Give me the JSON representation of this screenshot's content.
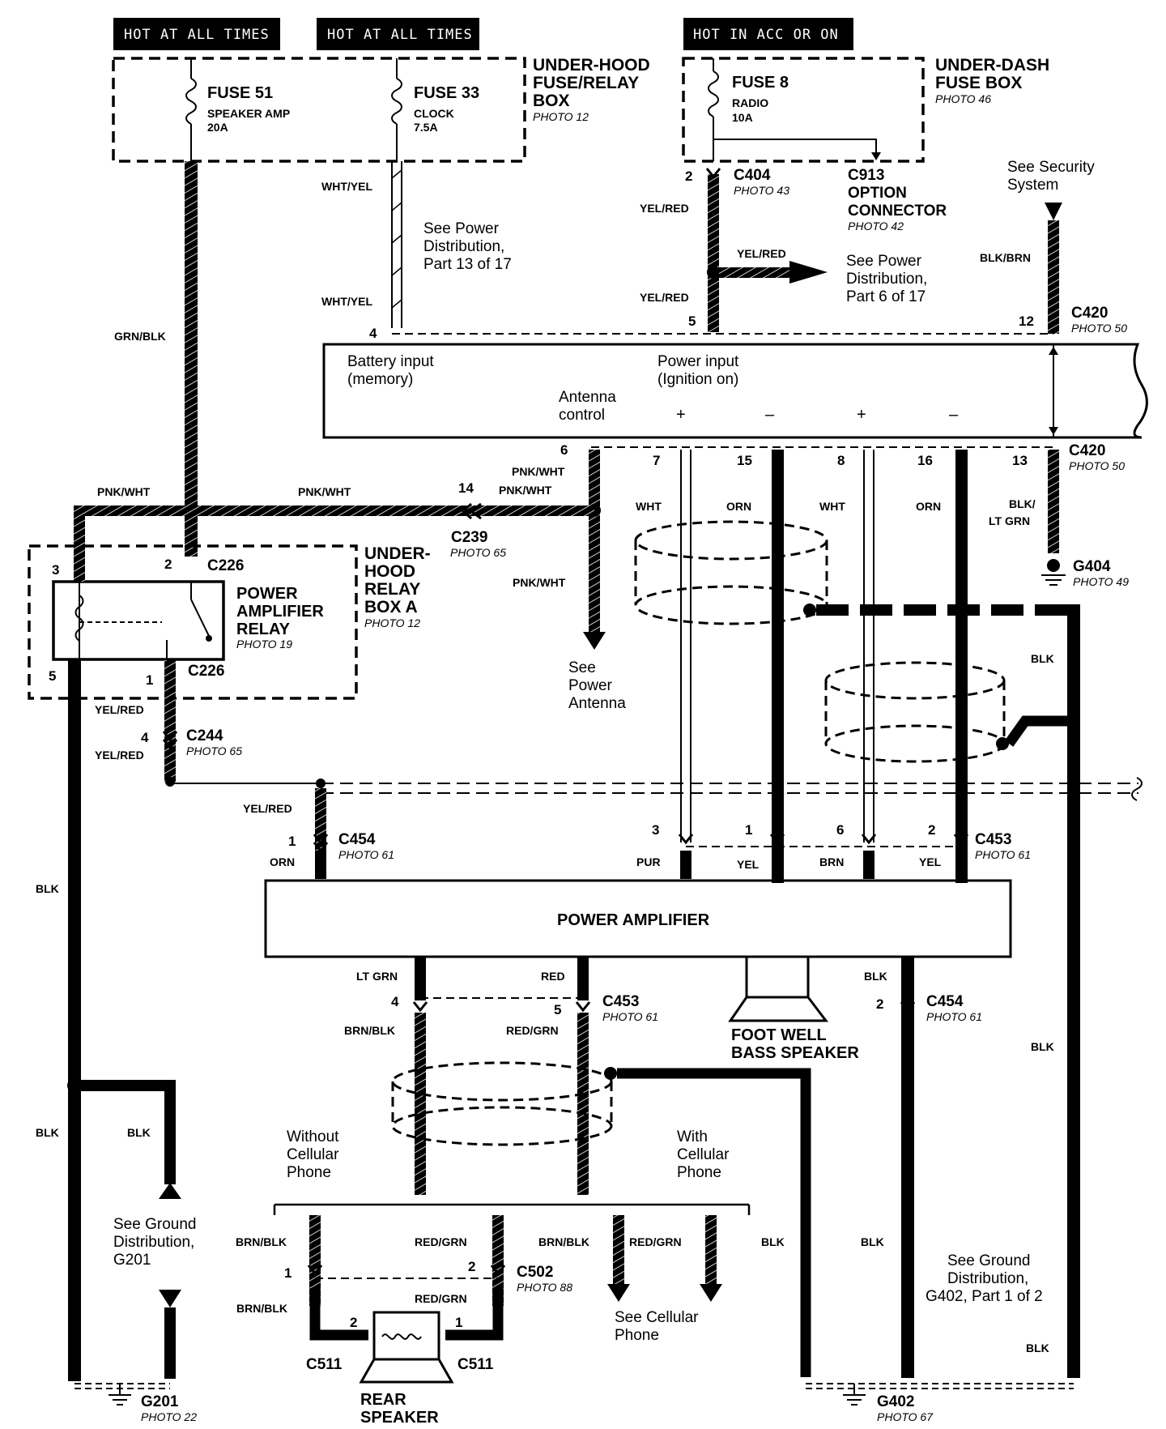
{
  "headers": [
    "HOT AT ALL TIMES",
    "HOT AT ALL TIMES",
    "HOT IN ACC OR ON"
  ],
  "boxes": {
    "under_hood_fuse": {
      "title": [
        "UNDER-HOOD",
        "FUSE/RELAY",
        "BOX"
      ],
      "photo": "PHOTO 12"
    },
    "under_dash_fuse": {
      "title": [
        "UNDER-DASH",
        "FUSE BOX"
      ],
      "photo": "PHOTO 46"
    },
    "under_hood_relay": {
      "title": [
        "UNDER-",
        "HOOD",
        "RELAY",
        "BOX A"
      ],
      "photo": "PHOTO 12"
    }
  },
  "fuses": [
    {
      "name": "FUSE 51",
      "desc": "SPEAKER AMP",
      "rating": "20A"
    },
    {
      "name": "FUSE 33",
      "desc": "CLOCK",
      "rating": "7.5A"
    },
    {
      "name": "FUSE 8",
      "desc": "RADIO",
      "rating": "10A"
    }
  ],
  "connectors": {
    "c404": {
      "name": "C404",
      "photo": "PHOTO 43"
    },
    "c913": {
      "name": [
        "C913",
        "OPTION",
        "CONNECTOR"
      ],
      "photo": "PHOTO 42"
    },
    "c420_top": {
      "name": "C420",
      "photo": "PHOTO 50"
    },
    "c420_bot": {
      "name": "C420",
      "photo": "PHOTO 50"
    },
    "c239": {
      "name": "C239",
      "photo": "PHOTO 65"
    },
    "c226_top": {
      "name": "C226"
    },
    "c226_bot": {
      "name": "C226"
    },
    "c244": {
      "name": "C244",
      "photo": "PHOTO 65"
    },
    "c454_top": {
      "name": "C454",
      "photo": "PHOTO 61"
    },
    "c453_top": {
      "name": "C453",
      "photo": "PHOTO 61"
    },
    "c453_bot": {
      "name": "C453",
      "photo": "PHOTO 61"
    },
    "c454_bot": {
      "name": "C454",
      "photo": "PHOTO 61"
    },
    "c502": {
      "name": "C502",
      "photo": "PHOTO 88"
    },
    "c511": {
      "name": "C511"
    },
    "g404": {
      "name": "G404",
      "photo": "PHOTO 49"
    },
    "g201": {
      "name": "G201",
      "photo": "PHOTO 22"
    },
    "g402": {
      "name": "G402",
      "photo": "PHOTO 67"
    }
  },
  "notes": {
    "see_security": [
      "See Security",
      "System"
    ],
    "see_power_13": [
      "See Power",
      "Distribution,",
      "Part 13 of 17"
    ],
    "see_power_6": [
      "See Power",
      "Distribution,",
      "Part 6 of 17"
    ],
    "see_power_antenna": [
      "See",
      "Power",
      "Antenna"
    ],
    "see_ground_g201": [
      "See Ground",
      "Distribution,",
      "G201"
    ],
    "see_ground_g402": [
      "See Ground",
      "Distribution,",
      "G402, Part 1 of 2"
    ],
    "see_cellular": [
      "See Cellular",
      "Phone"
    ],
    "without_cell": [
      "Without",
      "Cellular",
      "Phone"
    ],
    "with_cell": [
      "With",
      "Cellular",
      "Phone"
    ]
  },
  "radio": {
    "battery_input": [
      "Battery input",
      "(memory)"
    ],
    "power_input": [
      "Power input",
      "(Ignition on)"
    ],
    "antenna_control": [
      "Antenna",
      "control"
    ],
    "signs": [
      "+",
      "–",
      "+",
      "–"
    ]
  },
  "relay": {
    "title": [
      "POWER",
      "AMPLIFIER",
      "RELAY"
    ],
    "photo": "PHOTO 19"
  },
  "amplifier": {
    "title": "POWER AMPLIFIER"
  },
  "bass_speaker": {
    "title": [
      "FOOT WELL",
      "BASS SPEAKER"
    ]
  },
  "rear_speaker": {
    "title": [
      "REAR",
      "SPEAKER"
    ]
  },
  "wires": {
    "grn_blk": "GRN/BLK",
    "wht_yel_1": "WHT/YEL",
    "wht_yel_2": "WHT/YEL",
    "yel_red_1": "YEL/RED",
    "yel_red_2": "YEL/RED",
    "yel_red_3": "YEL/RED",
    "blk_brn": "BLK/BRN",
    "pnk_wht_1": "PNK/WHT",
    "pnk_wht_2": "PNK/WHT",
    "pnk_wht_3": "PNK/WHT",
    "pnk_wht_4": "PNK/WHT",
    "pnk_wht_5": "PNK/WHT",
    "wht_1": "WHT",
    "orn_1": "ORN",
    "wht_2": "WHT",
    "orn_2": "ORN",
    "blk_ltgrn": [
      "BLK/",
      "LT GRN"
    ],
    "blk_1": "BLK",
    "yel_red_a": "YEL/RED",
    "yel_red_b": "YEL/RED",
    "yel_red_c": "YEL/RED",
    "orn_3": "ORN",
    "pur": "PUR",
    "yel_1": "YEL",
    "brn": "BRN",
    "yel_2": "YEL",
    "blk_left": "BLK",
    "lt_grn": "LT GRN",
    "red": "RED",
    "blk_amp": "BLK",
    "brn_blk_1": "BRN/BLK",
    "red_grn_1": "RED/GRN",
    "blk_left2": "BLK",
    "blk_g201": "BLK",
    "brn_blk_2": "BRN/BLK",
    "red_grn_2": "RED/GRN",
    "brn_blk_3": "BRN/BLK",
    "red_grn_3": "RED/GRN",
    "brn_blk_4": "BRN/BLK",
    "red_grn_4": "RED/GRN",
    "blk_shield": "BLK",
    "blk_g402a": "BLK",
    "blk_right": "BLK",
    "blk_bottom": "BLK"
  },
  "pins": {
    "p2_c404": "2",
    "p4": "4",
    "p5": "5",
    "p12": "12",
    "p6": "6",
    "p7": "7",
    "p15": "15",
    "p8": "8",
    "p16": "16",
    "p13": "13",
    "p14": "14",
    "p3_relay": "3",
    "p2_relay": "2",
    "p5_relay": "5",
    "p1_relay": "1",
    "p4_c244": "4",
    "p1_c454": "1",
    "p3_c453": "3",
    "p1_c453": "1",
    "p6_c453": "6",
    "p2_c453": "2",
    "p4_c453b": "4",
    "p5_c453b": "5",
    "p2_c454b": "2",
    "p1_c502": "1",
    "p2_c502": "2",
    "p2_c511": "2",
    "p1_c511": "1"
  }
}
